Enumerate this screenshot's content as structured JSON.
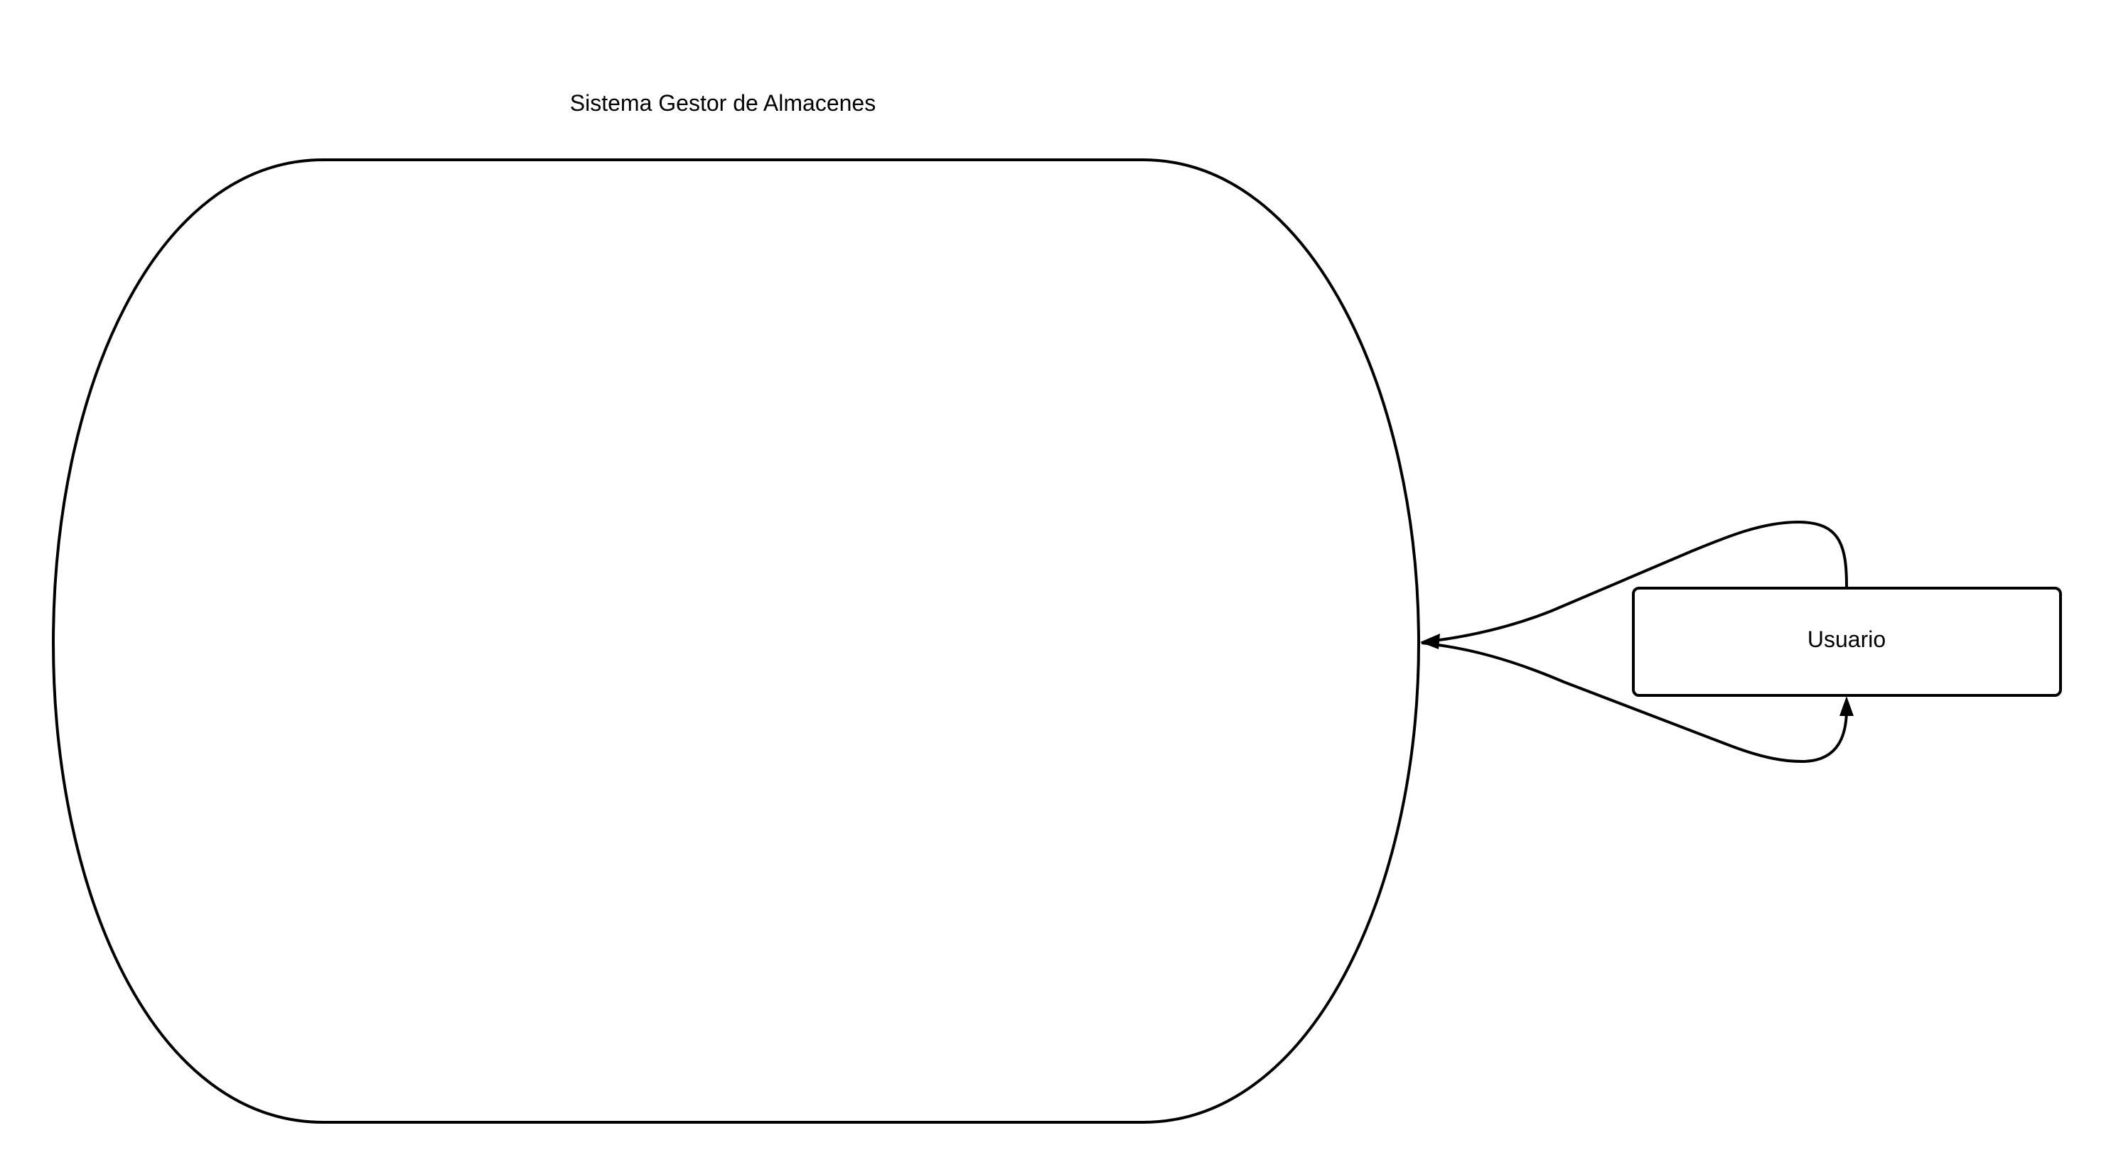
{
  "diagram": {
    "system": {
      "title": "Sistema Gestor de Almacenes"
    },
    "actor": {
      "label": "Usuario"
    },
    "colors": {
      "stroke": "#000000",
      "background": "#ffffff"
    },
    "connections": [
      {
        "from": "actor",
        "to": "system"
      },
      {
        "from": "system",
        "to": "actor"
      }
    ]
  }
}
